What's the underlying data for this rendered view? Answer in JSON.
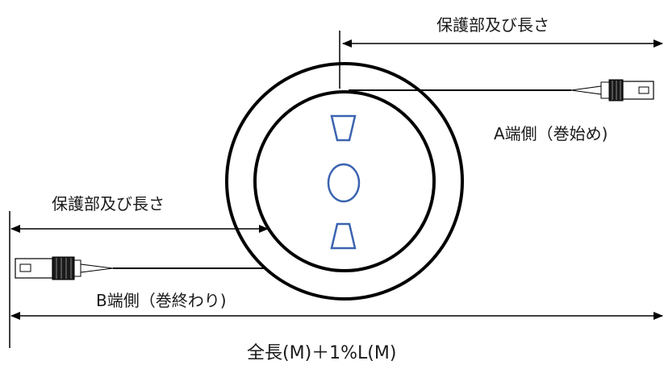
{
  "labels": {
    "protection_length_top": "保護部及び長さ",
    "protection_length_left": "保護部及び長さ",
    "end_a": "A端側（巻始め)",
    "end_b": "B端側（巻終わり)",
    "total_length": "全長(M)＋1%L(M)"
  },
  "colors": {
    "line": "#000000",
    "symbol": "#3b63b0",
    "connector_fill": "#ffffff"
  },
  "icons": {
    "connector_a": "fiber-connector-icon",
    "connector_b": "fiber-connector-icon",
    "top_symbol": "trapezoid-icon",
    "center_symbol": "circle-icon",
    "bottom_symbol": "trapezoid-icon"
  }
}
